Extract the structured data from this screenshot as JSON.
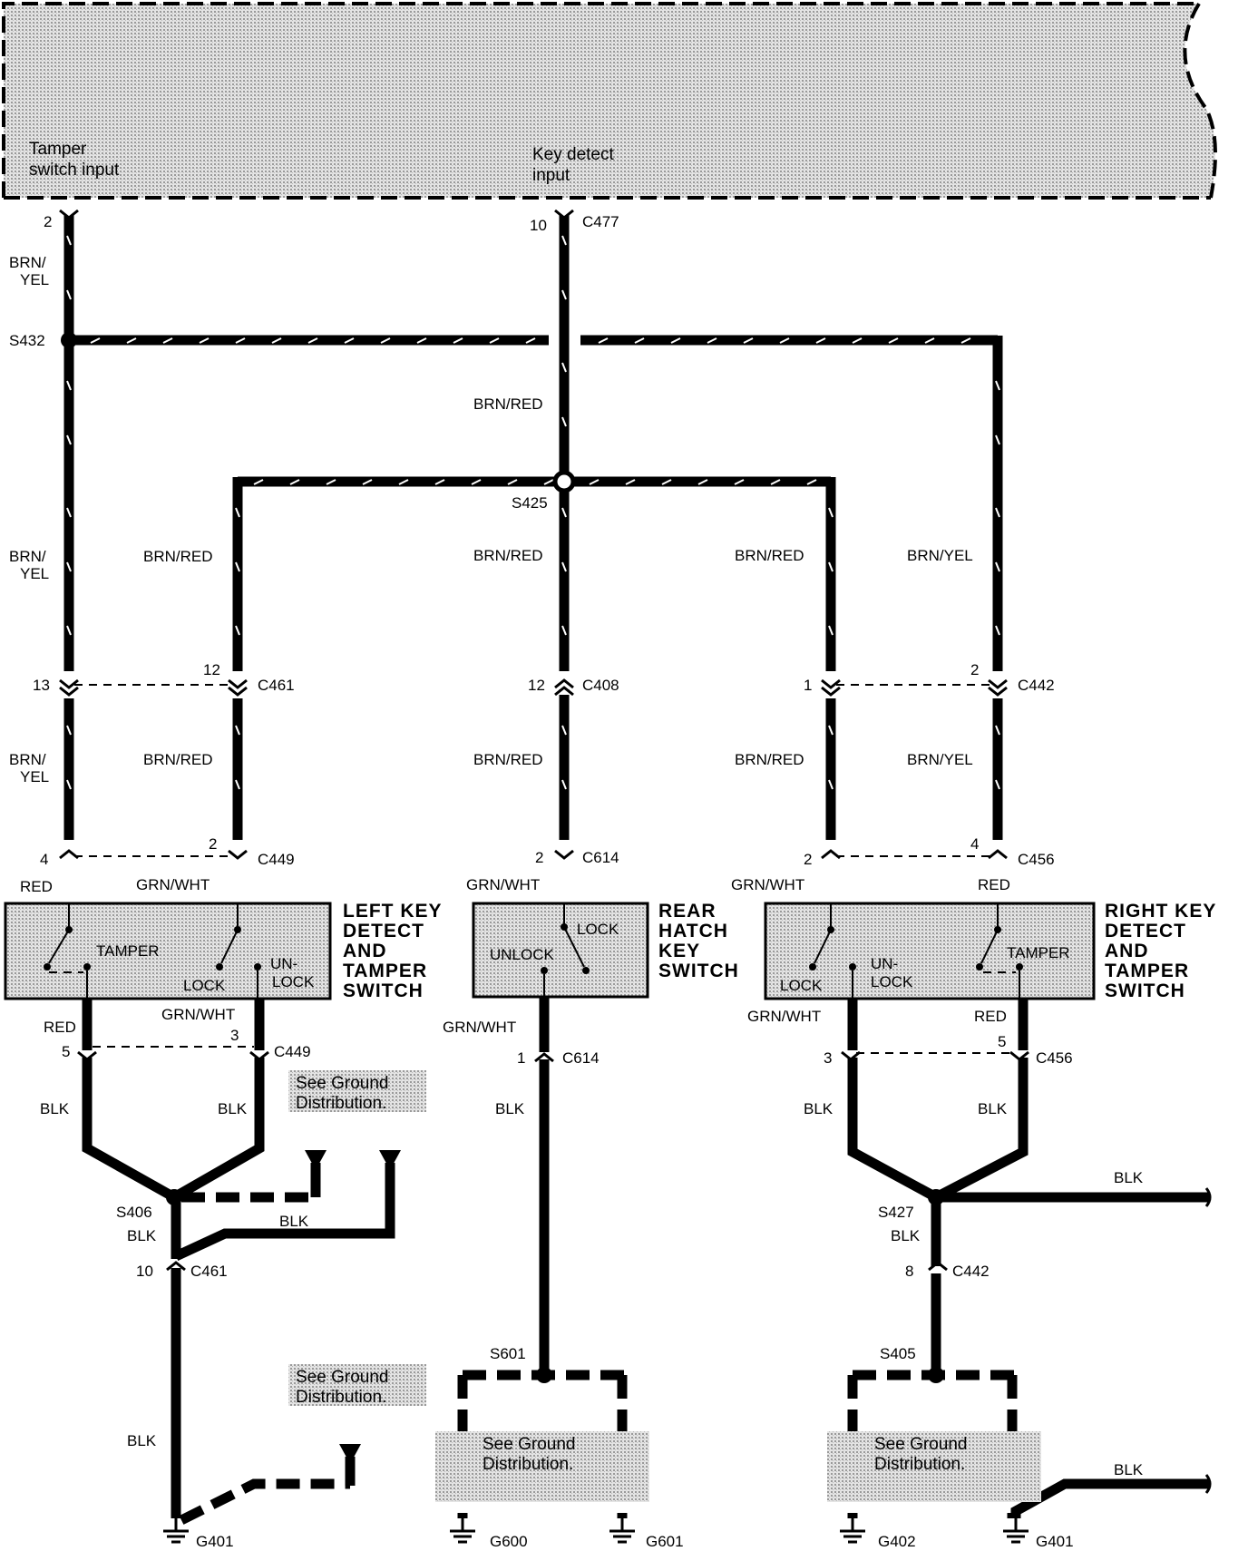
{
  "module": {
    "tamper_input": [
      "Tamper",
      "switch input"
    ],
    "key_detect_input": [
      "Key detect",
      "input"
    ]
  },
  "connectors": {
    "c477": "C477",
    "c461": "C461",
    "c449": "C449",
    "c408": "C408",
    "c614": "C614",
    "c442": "C442",
    "c456": "C456"
  },
  "pins": {
    "p2": "2",
    "p10": "10",
    "p13": "13",
    "p12": "12",
    "p12b": "12",
    "p1": "1",
    "p2b": "2",
    "p4": "4",
    "p2c": "2",
    "p2d": "2",
    "p2e": "2",
    "p4b": "4",
    "p5": "5",
    "p3": "3",
    "p1b": "1",
    "p3b": "3",
    "p5b": "5",
    "p10b": "10",
    "p8": "8"
  },
  "splices": {
    "s432": "S432",
    "s425": "S425",
    "s406": "S406",
    "s427": "S427",
    "s601": "S601",
    "s405": "S405"
  },
  "wires": {
    "brn_yel": [
      "BRN/",
      "YEL"
    ],
    "brn_red": "BRN/RED",
    "brn_yel_r": "BRN/YEL",
    "red": "RED",
    "grn_wht": "GRN/WHT",
    "blk": "BLK"
  },
  "components": {
    "left": [
      "LEFT KEY",
      "DETECT",
      "AND",
      "TAMPER",
      "SWITCH"
    ],
    "rear": [
      "REAR",
      "HATCH",
      "KEY",
      "SWITCH"
    ],
    "right": [
      "RIGHT KEY",
      "DETECT",
      "AND",
      "TAMPER",
      "SWITCH"
    ]
  },
  "switch_labels": {
    "tamper": "TAMPER",
    "lock": "LOCK",
    "unlock_split": [
      "UN-",
      "LOCK"
    ],
    "unlock": "UNLOCK"
  },
  "notes": {
    "ground_dist": [
      "See Ground",
      "Distribution."
    ]
  },
  "grounds": {
    "g401": "G401",
    "g600": "G600",
    "g601": "G601",
    "g402": "G402",
    "g401b": "G401"
  }
}
